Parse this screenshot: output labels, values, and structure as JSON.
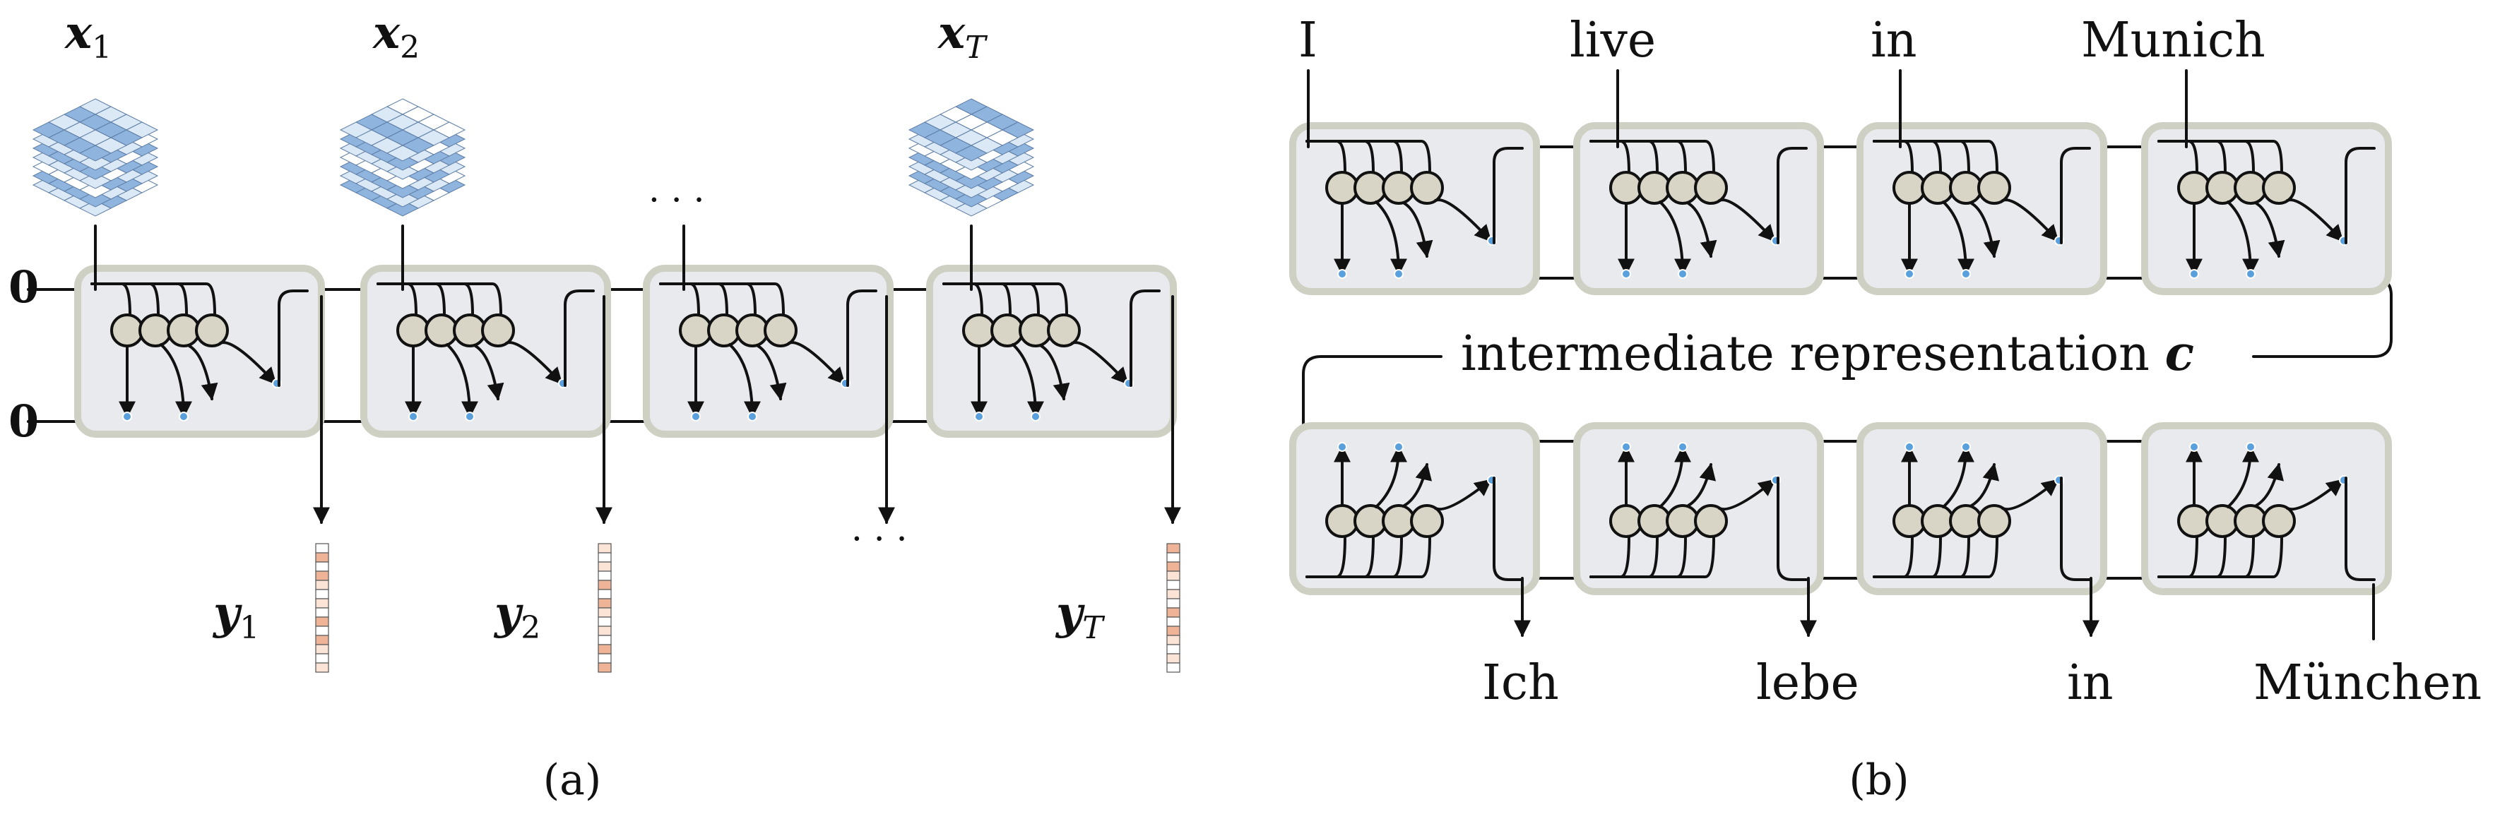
{
  "panel_a": {
    "caption": "(a)",
    "inputs": [
      {
        "name": "x",
        "sub": "1"
      },
      {
        "name": "x",
        "sub": "2"
      },
      {
        "name": "x",
        "sub": "T"
      }
    ],
    "outputs": [
      {
        "name": "y",
        "sub": "1"
      },
      {
        "name": "y",
        "sub": "2"
      },
      {
        "name": "y",
        "sub": "T"
      }
    ],
    "initial_states": [
      "0",
      "0"
    ],
    "ellipsis": "· · ·"
  },
  "panel_b": {
    "caption": "(b)",
    "source_words": [
      "I",
      "live",
      "in",
      "Munich"
    ],
    "target_words": [
      "Ich",
      "lebe",
      "in",
      "München"
    ],
    "intermediate_label": "intermediate representation",
    "intermediate_symbol": "c"
  },
  "colors": {
    "cell_fill": "#e8eaed",
    "cell_border": "#cfd0c4",
    "unit_fill": "#d8d5c6",
    "junction": "#5aa0dc",
    "input_tile_dark": "#8fb5df",
    "input_tile_light": "#dbe8f5",
    "output_tile_dark": "#efb497",
    "output_tile_light": "#fbe3d6"
  }
}
